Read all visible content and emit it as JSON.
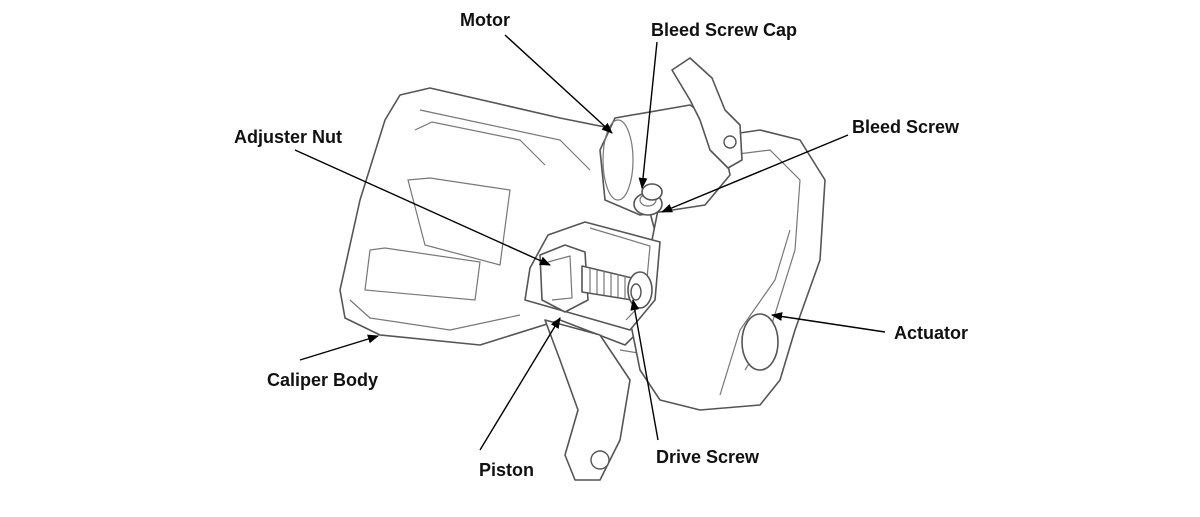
{
  "diagram": {
    "callouts": {
      "motor": "Motor",
      "bleed_screw_cap": "Bleed Screw Cap",
      "bleed_screw": "Bleed Screw",
      "adjuster_nut": "Adjuster Nut",
      "actuator": "Actuator",
      "caliper_body": "Caliper Body",
      "piston": "Piston",
      "drive_screw": "Drive Screw"
    },
    "colors": {
      "line": "#555555",
      "leader": "#000000",
      "text": "#111111"
    }
  }
}
